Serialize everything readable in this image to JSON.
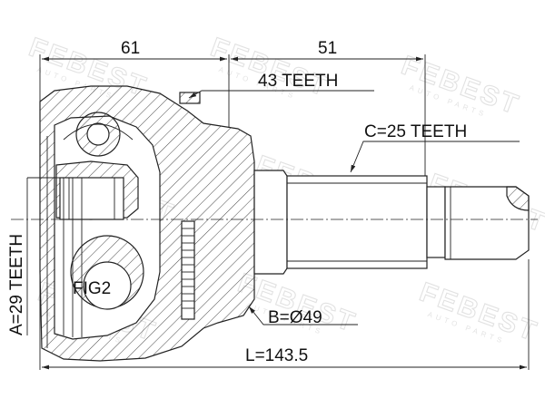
{
  "diagram": {
    "dimensions": {
      "top_left": "61",
      "top_right": "51",
      "bottom_overall": "L=143.5"
    },
    "callouts": {
      "abs_ring_teeth": "43 TEETH",
      "outer_spline": "C=25 TEETH",
      "inner_spline": "A=29 TEETH",
      "abs_ring_diameter": "B=Ø49",
      "figure_ref": "FIG2"
    },
    "watermark": {
      "brand": "FEBEST",
      "tagline": "AUTO PARTS"
    }
  }
}
